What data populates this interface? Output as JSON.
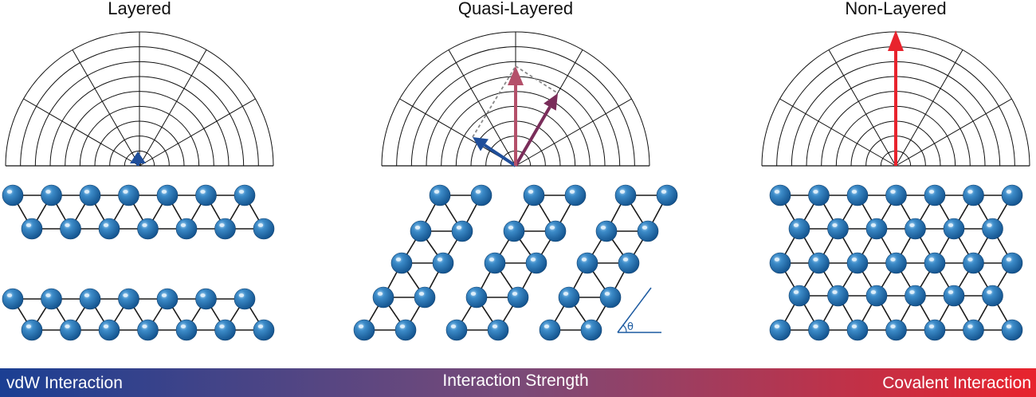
{
  "panels": [
    {
      "title": "Layered"
    },
    {
      "title": "Quasi-Layered"
    },
    {
      "title": "Non-Layered"
    }
  ],
  "angle_symbol": "θ",
  "bar": {
    "left_label": "vdW Interaction",
    "center_label": "Interaction Strength",
    "right_label": "Covalent Interaction",
    "gradient_start": "#1b3f93",
    "gradient_mid": "#7a4a78",
    "gradient_end": "#e8232d"
  },
  "colors": {
    "atom": "#1f6fb2",
    "bond": "#1a1a1a",
    "arrow_blue": "#1f4e9a",
    "arrow_pink": "#b4506a",
    "arrow_purple": "#7a2d5a",
    "arrow_red": "#e8232d",
    "theta_line": "#1c5aa0"
  }
}
